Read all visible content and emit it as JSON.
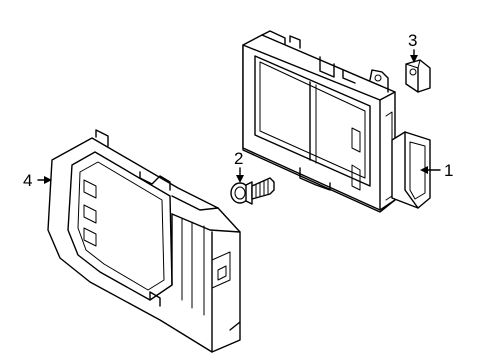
{
  "diagram": {
    "callouts": [
      {
        "id": "c1",
        "label": "1"
      },
      {
        "id": "c2",
        "label": "2"
      },
      {
        "id": "c3",
        "label": "3"
      },
      {
        "id": "c4",
        "label": "4"
      }
    ]
  }
}
